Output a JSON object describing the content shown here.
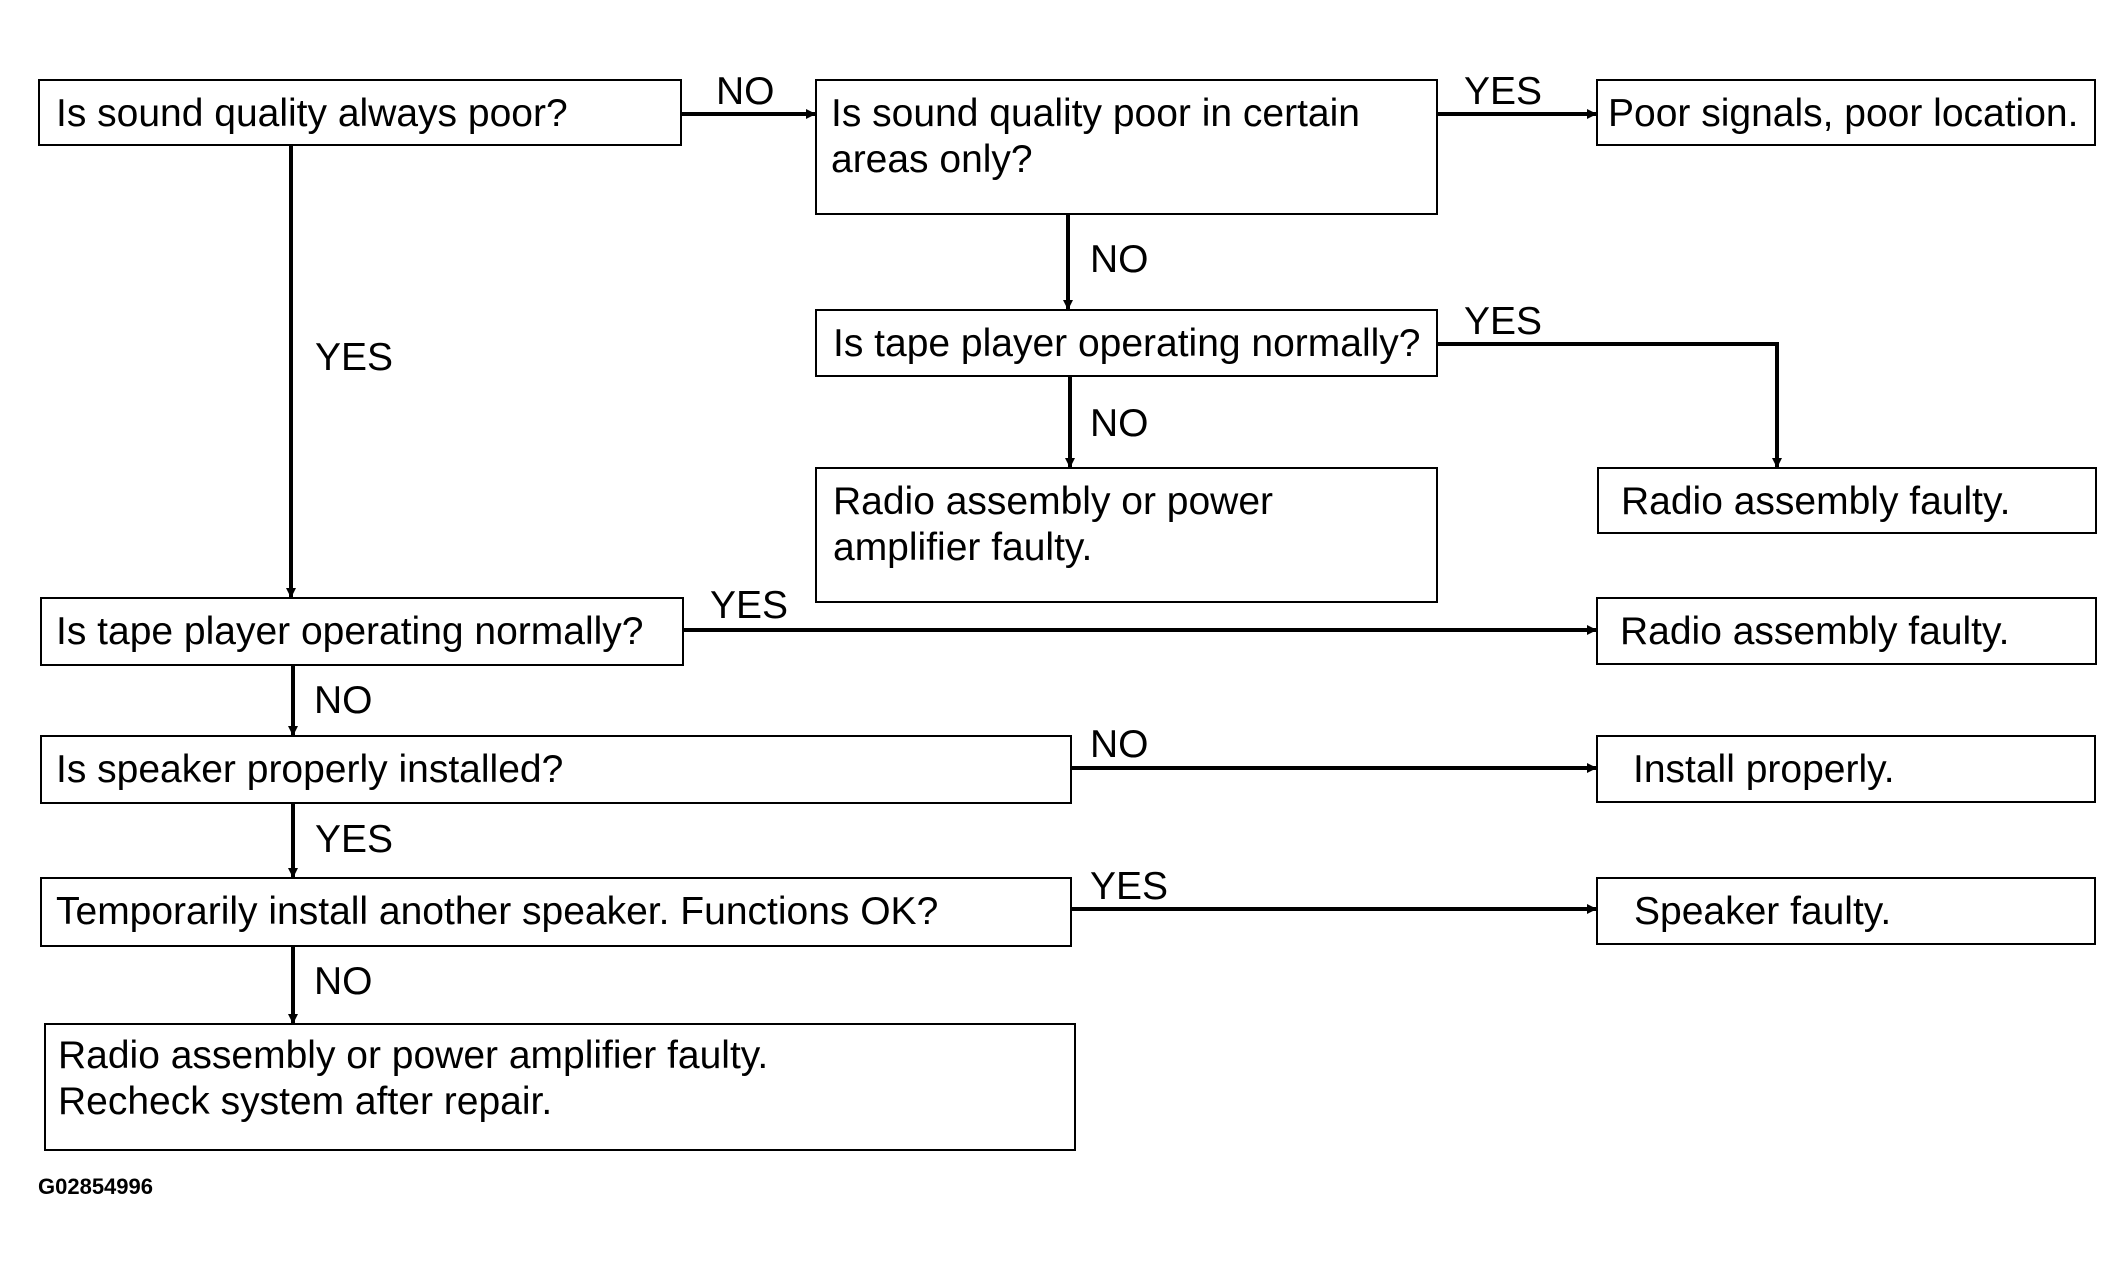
{
  "boxes": {
    "q_always_poor": "Is sound quality always poor?",
    "q_certain_areas": [
      "Is sound quality poor in certain",
      "areas only?"
    ],
    "r_poor_signals": "Poor signals, poor location.",
    "q_tape_upper": "Is tape player operating normally?",
    "r_radio_amp_upper": [
      "Radio assembly or power",
      "amplifier faulty."
    ],
    "r_radio_faulty_upper": "Radio assembly faulty.",
    "q_tape_lower": "Is tape player operating normally?",
    "r_radio_faulty_lower": "Radio assembly faulty.",
    "q_speaker_installed": "Is speaker properly installed?",
    "r_install_properly": "Install properly.",
    "q_temp_speaker": "Temporarily install another speaker. Functions OK?",
    "r_speaker_faulty": "Speaker faulty.",
    "r_radio_amp_final": [
      "Radio assembly or power amplifier faulty.",
      "Recheck system after repair."
    ]
  },
  "labels": {
    "no_top": "NO",
    "yes_top": "YES",
    "no_mid": "NO",
    "yes_tape_upper": "YES",
    "no_tape_upper": "NO",
    "yes_left": "YES",
    "yes_tape_lower": "YES",
    "no_tape_lower": "NO",
    "no_speaker": "NO",
    "yes_speaker": "YES",
    "yes_temp": "YES",
    "no_temp": "NO"
  },
  "figure_code": "G02854996"
}
